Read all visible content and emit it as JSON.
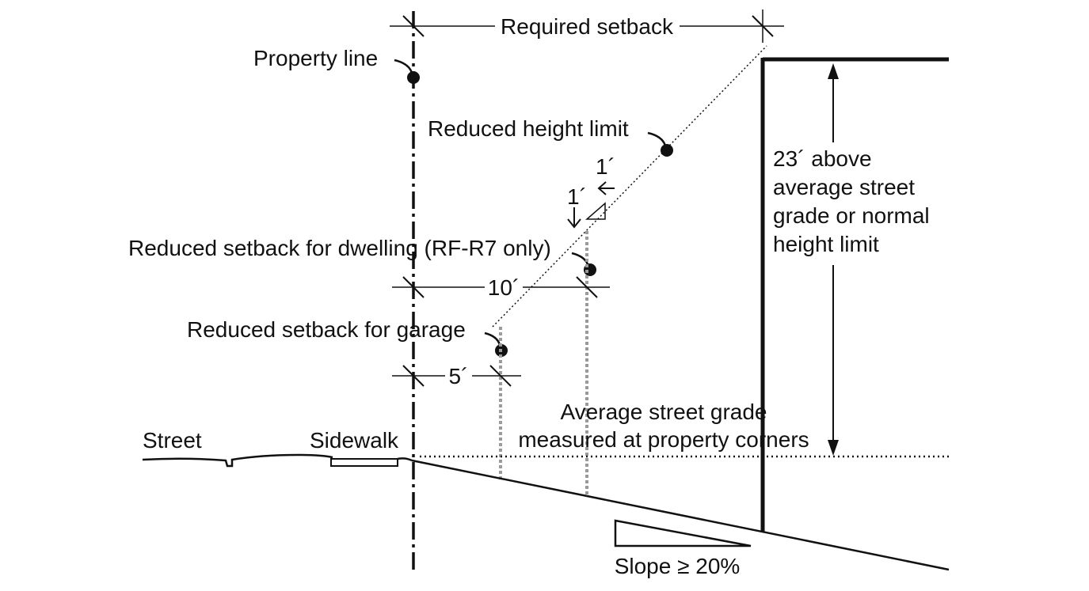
{
  "labels": {
    "required_setback": "Required setback",
    "property_line": "Property line",
    "reduced_height_limit": "Reduced height limit",
    "slope_run": "1´",
    "slope_rise": "1´",
    "reduced_setback_dwelling": "Reduced setback for dwelling (RF-R7 only)",
    "dim_10": "10´",
    "reduced_setback_garage": "Reduced setback for garage",
    "dim_5": "5´",
    "height_line_1": "23´ above",
    "height_line_2": "average street",
    "height_line_3": "grade or normal",
    "height_line_4": "height limit",
    "avg_grade_line_1": "Average street grade",
    "avg_grade_line_2": "measured at property corners",
    "street": "Street",
    "sidewalk": "Sidewalk",
    "slope": "Slope ≥ 20%"
  },
  "colors": {
    "ink": "#111111",
    "dashed_gray": "#9a9a9a",
    "background": "#ffffff"
  }
}
